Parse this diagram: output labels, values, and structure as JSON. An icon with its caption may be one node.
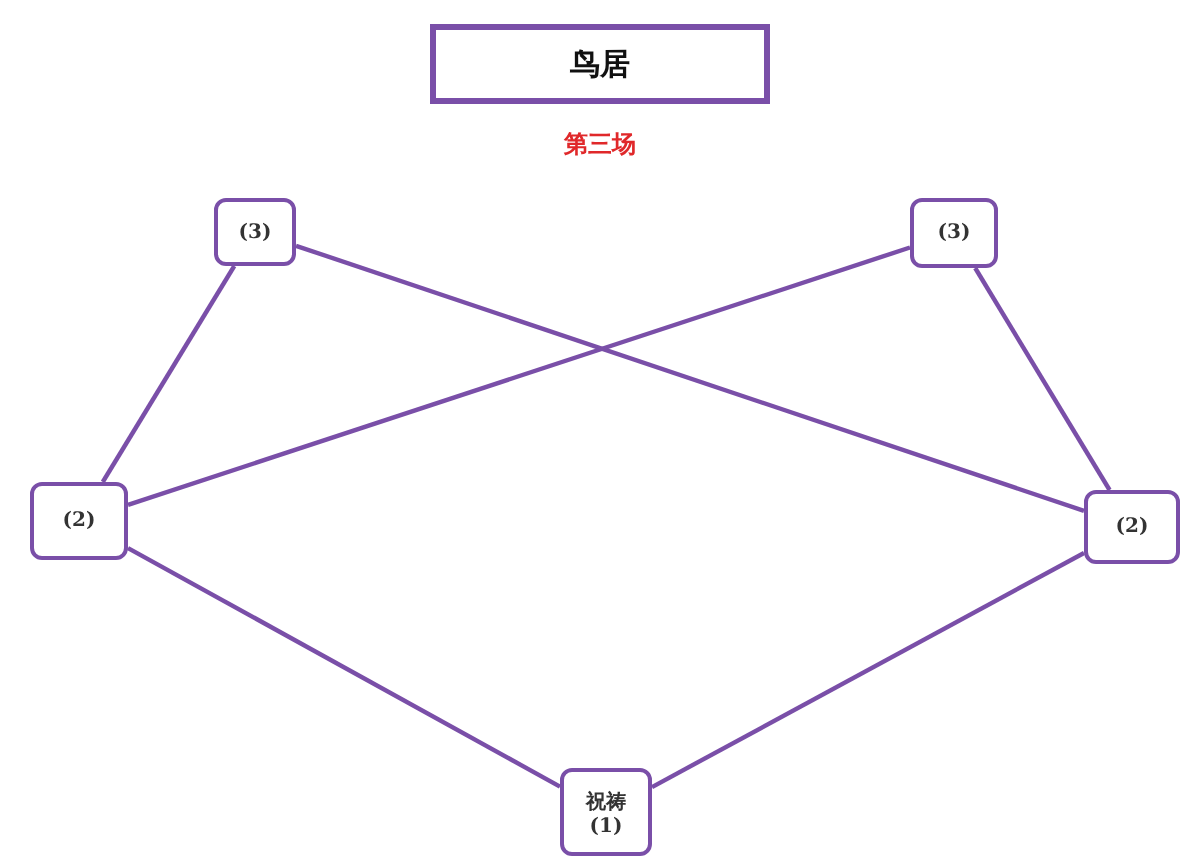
{
  "diagram": {
    "nodes": [
      {
        "text": [
          "鸟居"
        ],
        "beside": [
          "第三场"
        ]
      },
      {
        "text": [
          "(3)"
        ]
      },
      {
        "text": [
          "(3)"
        ]
      },
      {
        "text": [
          "(2)"
        ]
      },
      {
        "text": [
          "(2)"
        ]
      },
      {
        "text": [
          "祝祷",
          "(1)"
        ]
      }
    ],
    "edges": [
      {
        "from": 1,
        "to": 3,
        "arrow": "none"
      },
      {
        "from": 1,
        "to": 4,
        "arrow": "none"
      },
      {
        "from": 2,
        "to": 3,
        "arrow": "none"
      },
      {
        "from": 2,
        "to": 4,
        "arrow": "none"
      },
      {
        "from": 3,
        "to": 5,
        "arrow": "none"
      },
      {
        "from": 4,
        "to": 5,
        "arrow": "none"
      }
    ]
  }
}
